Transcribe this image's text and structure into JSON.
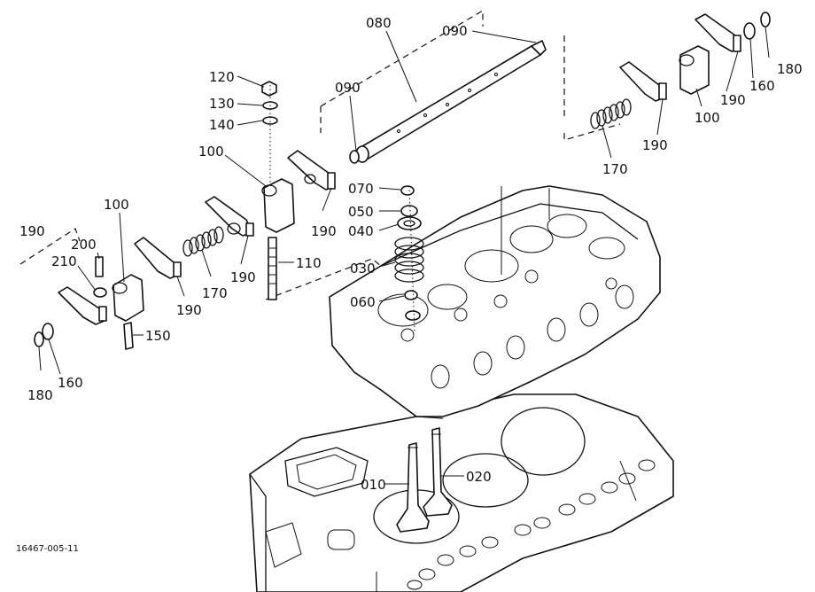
{
  "figure_id": "16467-005-11",
  "labels": {
    "l010": "010",
    "l020": "020",
    "l030": "030",
    "l040": "040",
    "l050": "050",
    "l060": "060",
    "l070": "070",
    "l080": "080",
    "l090_top": "090",
    "l090_mid": "090",
    "l100_left": "100",
    "l100_center": "100",
    "l100_right": "100",
    "l110": "110",
    "l120": "120",
    "l130": "130",
    "l140": "140",
    "l150": "150",
    "l160_left": "160",
    "l160_right": "160",
    "l170_left": "170",
    "l170_right": "170",
    "l180_left": "180",
    "l180_right": "180",
    "l190_left": "190",
    "l190_a": "190",
    "l190_b": "190",
    "l190_c": "190",
    "l190_d": "190",
    "l190_e": "190",
    "l200": "200",
    "l210": "210"
  }
}
